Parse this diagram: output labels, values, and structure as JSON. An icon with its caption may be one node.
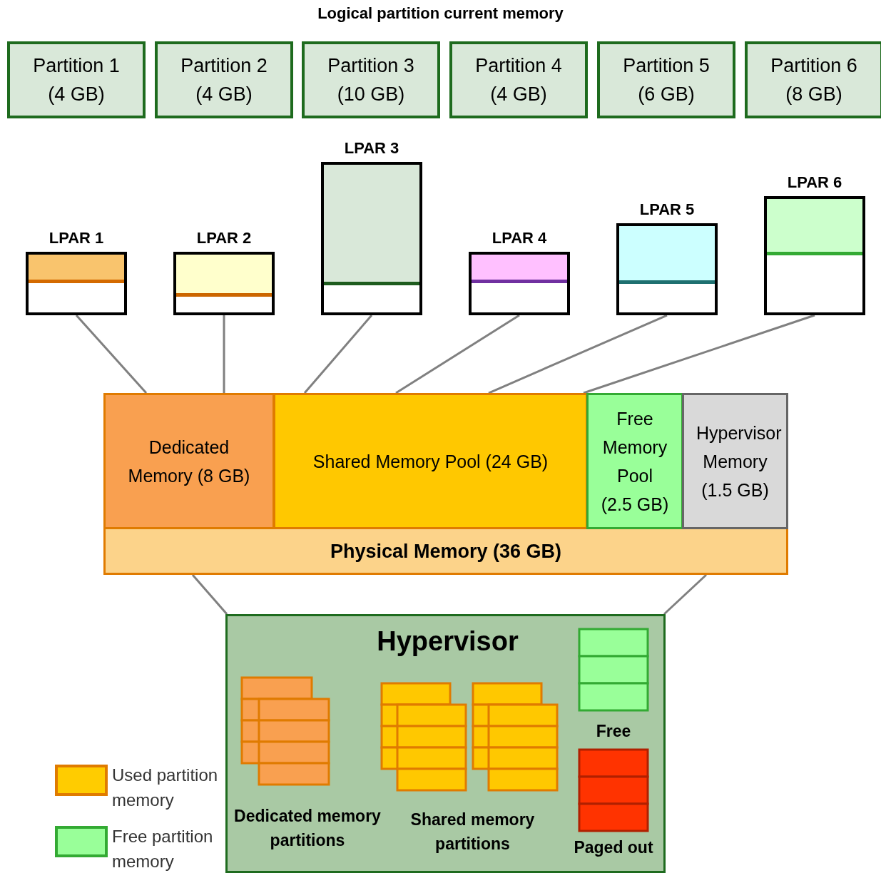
{
  "diagram": {
    "title": "Logical partition current memory",
    "nodes": [
      {
        "text": [
          "Partition 1 (4 GB)"
        ]
      },
      {
        "text": [
          "Partition 2 (4 GB)"
        ]
      },
      {
        "text": [
          "Partition 3 (10 GB)"
        ]
      },
      {
        "text": [
          "Partition 4 (4 GB)"
        ]
      },
      {
        "text": [
          "Partition 5 (6 GB)"
        ]
      },
      {
        "text": [
          "Partition 6 (8 GB)"
        ]
      },
      {
        "text": [
          "LPAR 1"
        ]
      },
      {
        "text": [
          "LPAR 2"
        ]
      },
      {
        "text": [
          "LPAR 3"
        ]
      },
      {
        "text": [
          "LPAR 4"
        ]
      },
      {
        "text": [
          "LPAR 5"
        ]
      },
      {
        "text": [
          "LPAR 6"
        ]
      },
      {
        "text": [
          "Physical Memory (36 GB)"
        ]
      },
      {
        "text": [
          "Dedicated Memory (8 GB)"
        ],
        "in": 12
      },
      {
        "text": [
          "Shared Memory Pool (24 GB)"
        ],
        "in": 12
      },
      {
        "text": [
          "Free Memory Pool (2.5 GB)"
        ],
        "in": 12
      },
      {
        "text": [
          "Hypervisor Memory (1.5 GB)"
        ],
        "in": 12
      },
      {
        "text": [
          "Hypervisor"
        ]
      },
      {
        "text": [
          "Dedicated memory partitions"
        ],
        "in": 17
      },
      {
        "text": [
          "Shared memory partitions"
        ],
        "in": 17
      },
      {
        "text": [
          "Free"
        ],
        "in": 17
      },
      {
        "text": [
          "Paged out"
        ],
        "in": 17
      }
    ],
    "edges": [
      {
        "from": 6,
        "to": 13,
        "arrow": "none"
      },
      {
        "from": 7,
        "to": 13,
        "arrow": "none"
      },
      {
        "from": 8,
        "to": 14,
        "arrow": "none"
      },
      {
        "from": 9,
        "to": 14,
        "arrow": "none"
      },
      {
        "from": 10,
        "to": 14,
        "arrow": "none"
      },
      {
        "from": 11,
        "to": 14,
        "arrow": "none"
      },
      {
        "from": 12,
        "to": 17,
        "arrow": "none"
      },
      {
        "from": 12,
        "to": 17,
        "arrow": "none"
      }
    ],
    "legend": [
      {
        "text": "Used partition memory",
        "color": "#ffcc00"
      },
      {
        "text": "Free partition memory",
        "color": "#99ff99"
      }
    ]
  }
}
